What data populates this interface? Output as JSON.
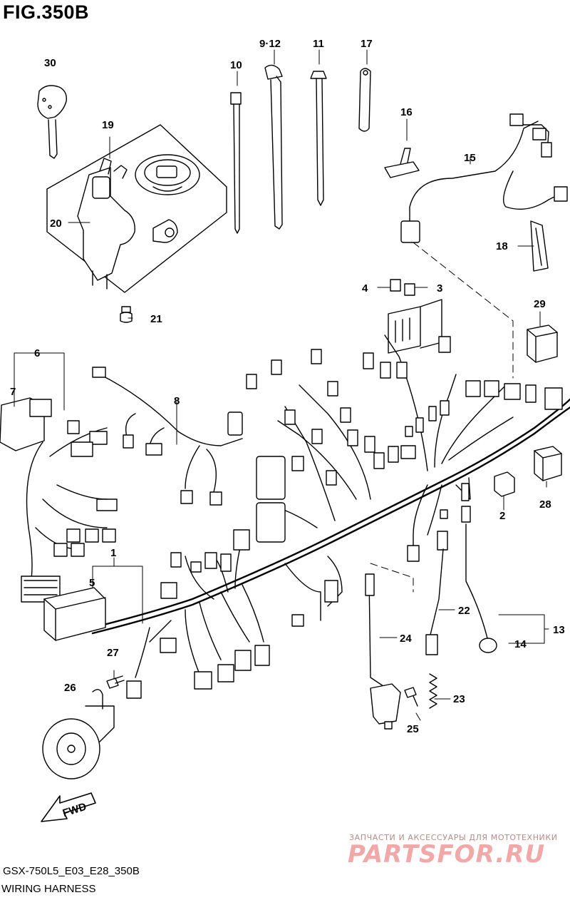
{
  "figure": {
    "title": "FIG.350B"
  },
  "footer": {
    "model_code": "GSX-750L5_E03_E28_350B",
    "section_name": "WIRING HARNESS"
  },
  "watermark": {
    "tagline": "ЗАПЧАСТИ И АКСЕССУАРЫ ДЛЯ МОТОТЕХНИКИ",
    "logo_text": "PARTSFOR.RU"
  },
  "fwd_marker": {
    "label": "FWD"
  },
  "parts": {
    "p1": "1",
    "p2": "2",
    "p3": "3",
    "p4": "4",
    "p5": "5",
    "p6": "6",
    "p7": "7",
    "p8": "8",
    "p9_12": "9·12",
    "p10": "10",
    "p11": "11",
    "p13": "13",
    "p14": "14",
    "p15": "15",
    "p16": "16",
    "p17": "17",
    "p18": "18",
    "p19": "19",
    "p20": "20",
    "p21": "21",
    "p22": "22",
    "p23": "23",
    "p24": "24",
    "p25": "25",
    "p26": "26",
    "p27": "27",
    "p28": "28",
    "p29": "29",
    "p30": "30"
  }
}
